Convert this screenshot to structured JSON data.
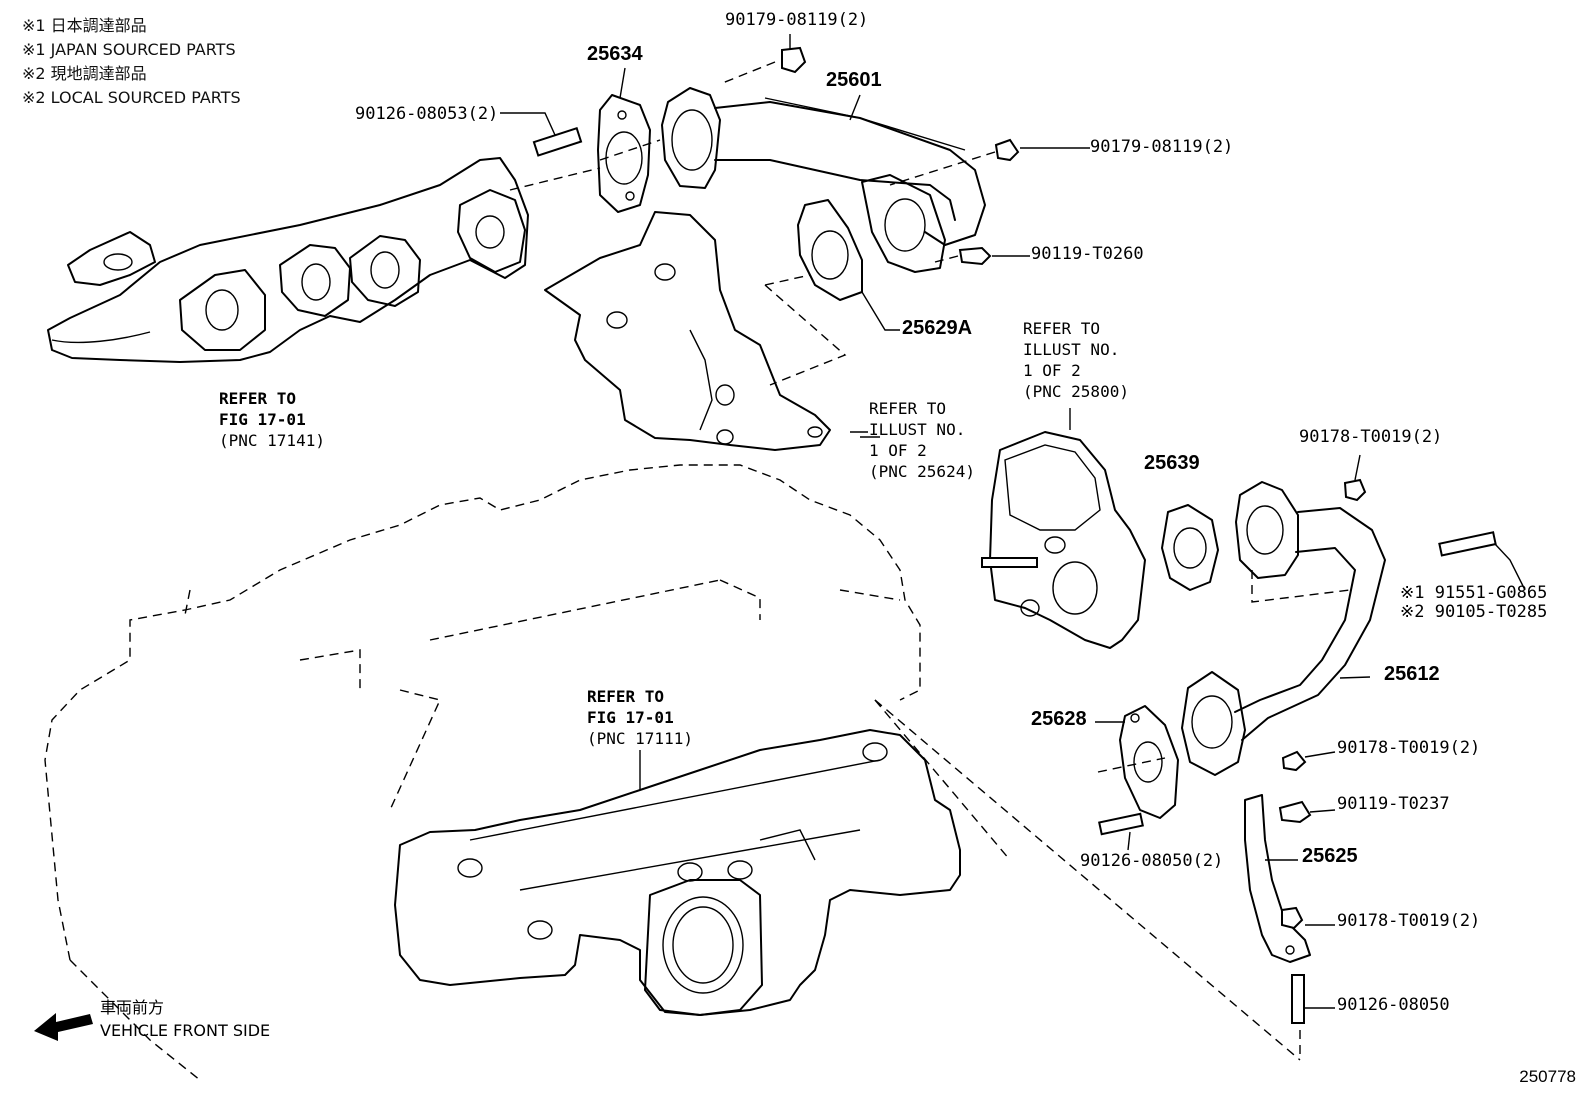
{
  "legend": [
    "※1 日本調達部品",
    "※1 JAPAN SOURCED PARTS",
    "※2 現地調達部品",
    "※2 LOCAL SOURCED PARTS"
  ],
  "labels": {
    "p25634": "25634",
    "p25601": "25601",
    "p25629a": "25629A",
    "p25639": "25639",
    "p25612": "25612",
    "p25628": "25628",
    "p25625": "25625",
    "b90179_top": "90179-08119(2)",
    "b90179_right": "90179-08119(2)",
    "s90126_08053": "90126-08053(2)",
    "b90119_t0260": "90119-T0260",
    "n90178_top": "90178-T0019(2)",
    "b91551_g0865": "※1 91551-G0865",
    "b90105_t0285": "※2 90105-T0285",
    "n90178_mid": "90178-T0019(2)",
    "b90119_t0237": "90119-T0237",
    "s90126_08050_2": "90126-08050(2)",
    "n90178_low": "90178-T0019(2)",
    "s90126_08050": "90126-08050"
  },
  "refs": {
    "exhaust_manifold": [
      "REFER TO",
      "FIG 17-01",
      "(PNC 17141)"
    ],
    "egr_cooler": [
      "REFER TO",
      "ILLUST NO.",
      "1 OF 2",
      "(PNC 25624)"
    ],
    "egr_valve": [
      "REFER TO",
      "ILLUST NO.",
      "1 OF 2",
      "(PNC 25800)"
    ],
    "intake_manifold": [
      "REFER TO",
      "FIG 17-01",
      "(PNC 17111)"
    ]
  },
  "front": [
    "車両前方",
    "VEHICLE FRONT SIDE"
  ],
  "drawing_number": "250778"
}
